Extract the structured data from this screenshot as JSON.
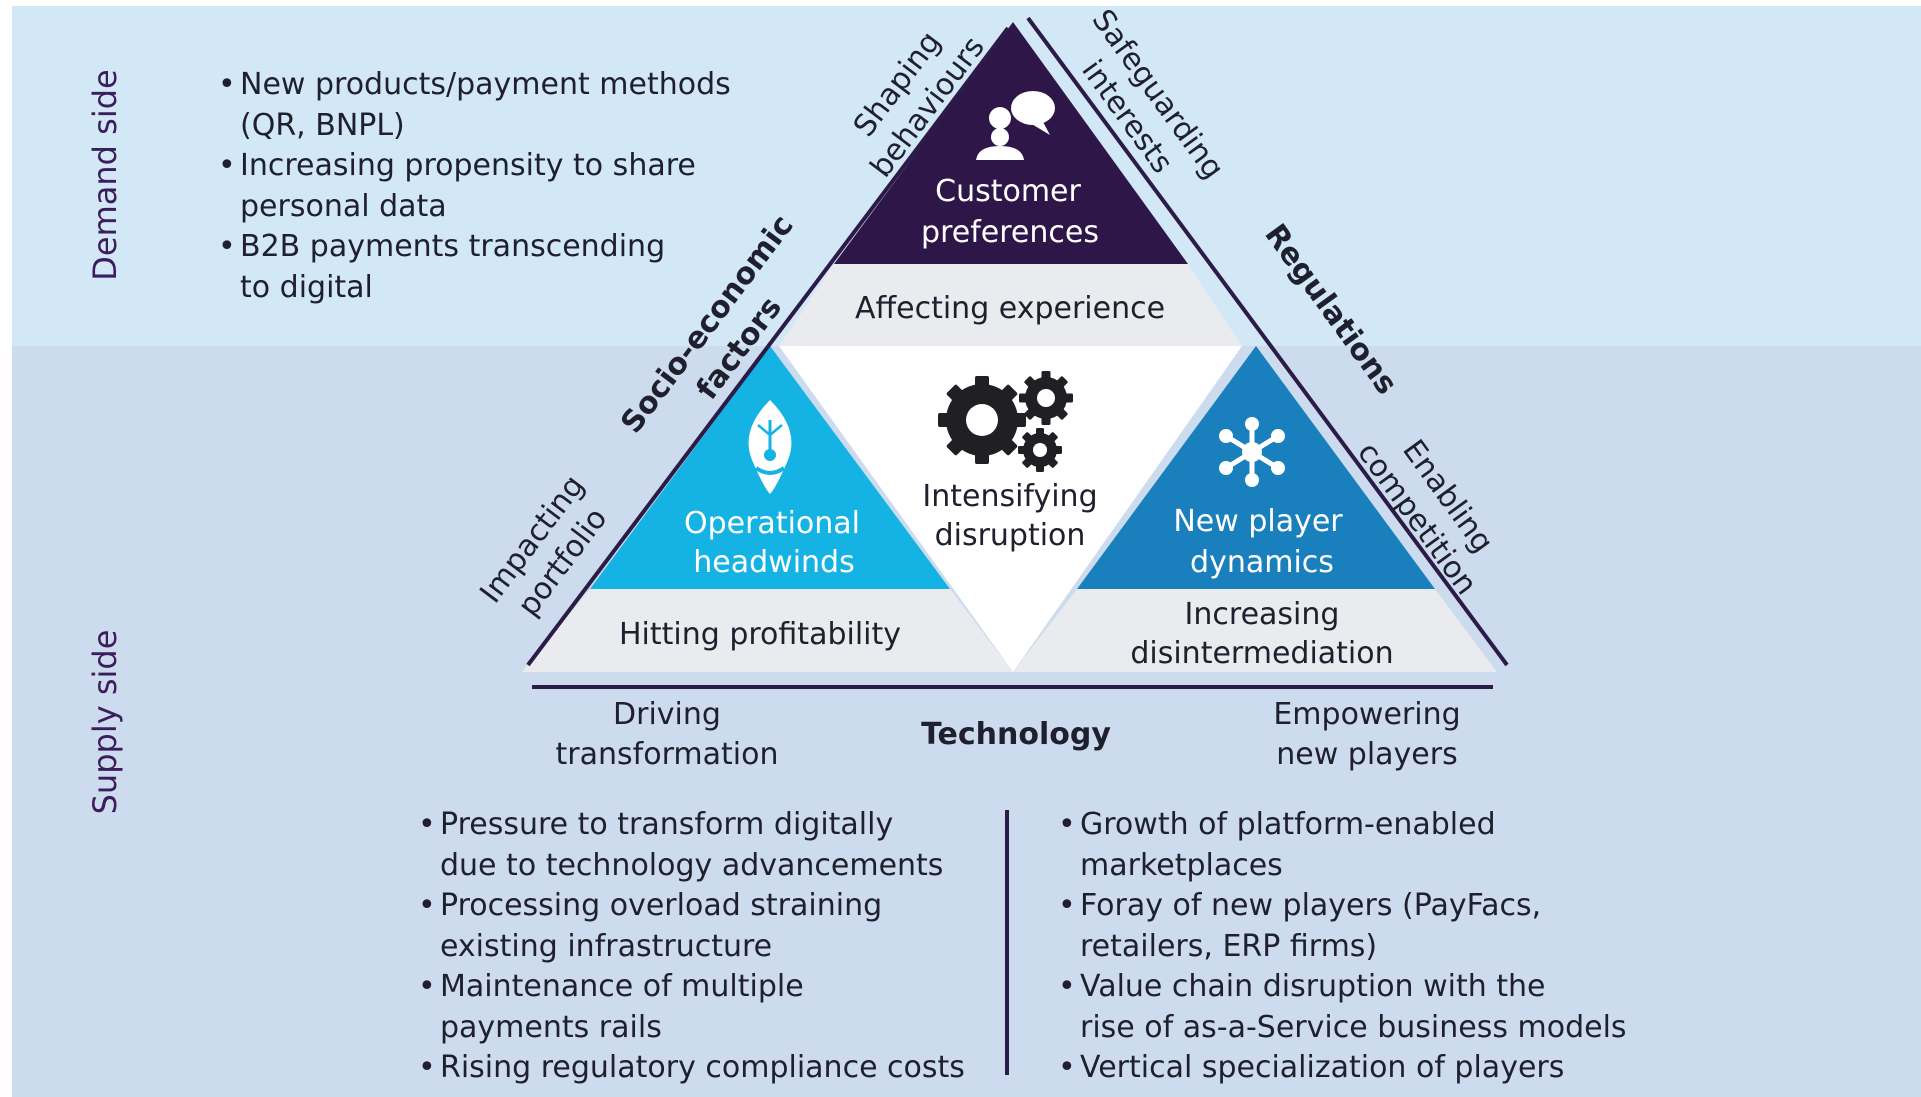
{
  "bands": {
    "demand_label": "Demand side",
    "supply_label": "Supply side"
  },
  "demand_bullets": [
    [
      "New products/payment methods",
      "(QR, BNPL)"
    ],
    [
      "Increasing propensity to share",
      "personal data"
    ],
    [
      "B2B payments transcending",
      "to digital"
    ]
  ],
  "supply_left_bullets": [
    [
      "Pressure to transform digitally",
      "due to technology advancements"
    ],
    [
      "Processing overload straining",
      "existing infrastructure"
    ],
    [
      "Maintenance of multiple",
      "payments rails"
    ],
    [
      "Rising regulatory compliance costs"
    ]
  ],
  "supply_right_bullets": [
    [
      "Growth of platform-enabled",
      "marketplaces"
    ],
    [
      "Foray of new players (PayFacs,",
      "retailers, ERP firms)"
    ],
    [
      "Value chain disruption with the",
      "rise of as-a-Service business models"
    ],
    [
      "Vertical specialization of players"
    ]
  ],
  "triangle": {
    "top": [
      "Customer",
      "preferences"
    ],
    "left": [
      "Operational",
      "headwinds"
    ],
    "right": [
      "New player",
      "dynamics"
    ],
    "center": [
      "Intensifying",
      "disruption"
    ],
    "top_band": "Affecting experience",
    "left_band": "Hitting profitability",
    "right_band": [
      "Increasing",
      "disintermediation"
    ]
  },
  "forces": {
    "left_side": [
      "Socio-economic",
      "factors"
    ],
    "right_side": "Regulations",
    "bottom": "Technology"
  },
  "arrow_labels": {
    "shaping": [
      "Shaping",
      "behaviours"
    ],
    "safeguarding": [
      "Safeguarding",
      "interests"
    ],
    "impacting": [
      "Impacting",
      "portfolio"
    ],
    "enabling": [
      "Enabling",
      "competition"
    ],
    "driving": [
      "Driving",
      "transformation"
    ],
    "empowering": [
      "Empowering",
      "new players"
    ]
  },
  "icons": {
    "top": "speech-bubbles-person-icon",
    "left": "leaf-person-icon",
    "right": "network-hub-icon",
    "center": "gears-icon"
  },
  "colors": {
    "top_triangle": "#2e1748",
    "left_triangle": "#14b3e3",
    "right_triangle": "#1a80bd",
    "bands": "#e9ebee",
    "arrows": "#2c1b47",
    "demand_bg": "#d3e8f6",
    "supply_bg": "#ccdcee"
  }
}
